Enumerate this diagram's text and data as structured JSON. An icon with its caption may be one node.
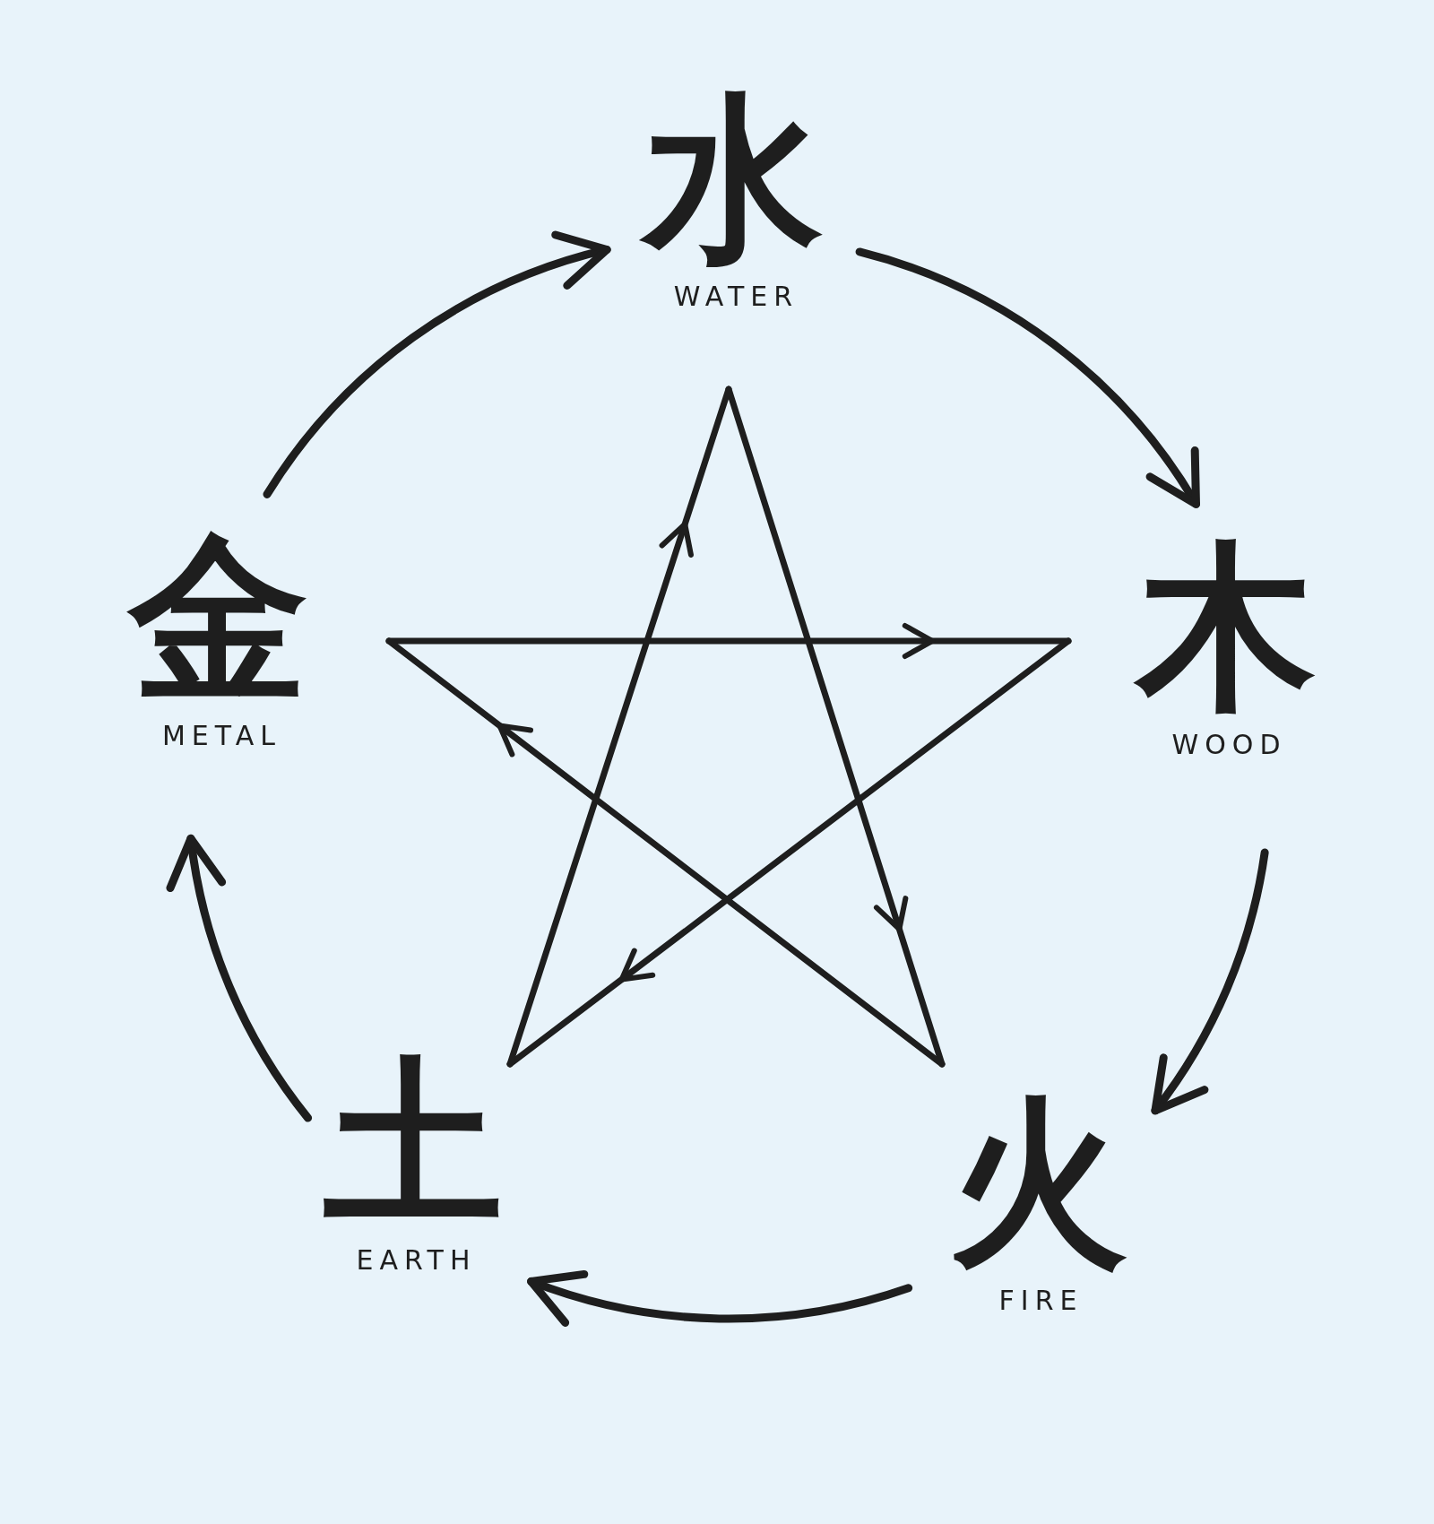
{
  "diagram": {
    "nodes": [
      {
        "text": [
          "水",
          "WATER"
        ]
      },
      {
        "text": [
          "金",
          "METAL"
        ]
      },
      {
        "text": [
          "木",
          "WOOD"
        ]
      },
      {
        "text": [
          "土",
          "EARTH"
        ]
      },
      {
        "text": [
          "火",
          "FIRE"
        ]
      }
    ],
    "edges": [
      {
        "from": 1,
        "to": 0,
        "arrow": "to"
      },
      {
        "from": 0,
        "to": 2,
        "arrow": "to"
      },
      {
        "from": 2,
        "to": 4,
        "arrow": "to"
      },
      {
        "from": 4,
        "to": 3,
        "arrow": "to"
      },
      {
        "from": 3,
        "to": 1,
        "arrow": "to"
      }
    ]
  }
}
